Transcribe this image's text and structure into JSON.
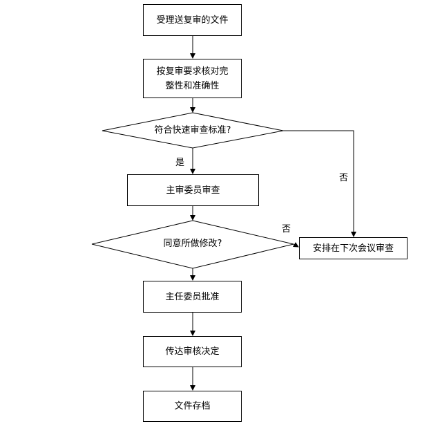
{
  "nodes": {
    "receive": "受理送复审的文件",
    "check_line1": "按复审要求核对完",
    "check_line2": "整性和准确性",
    "fast_decision": "符合快速审查标准?",
    "chief_review": "主审委员审查",
    "agree_decision": "同意所做修改?",
    "next_meeting": "安排在下次会议审查",
    "approve": "主任委员批准",
    "communicate": "传达审核决定",
    "archive": "文件存档"
  },
  "edge_labels": {
    "yes": "是",
    "no_fast": "否",
    "no_agree": "否"
  }
}
